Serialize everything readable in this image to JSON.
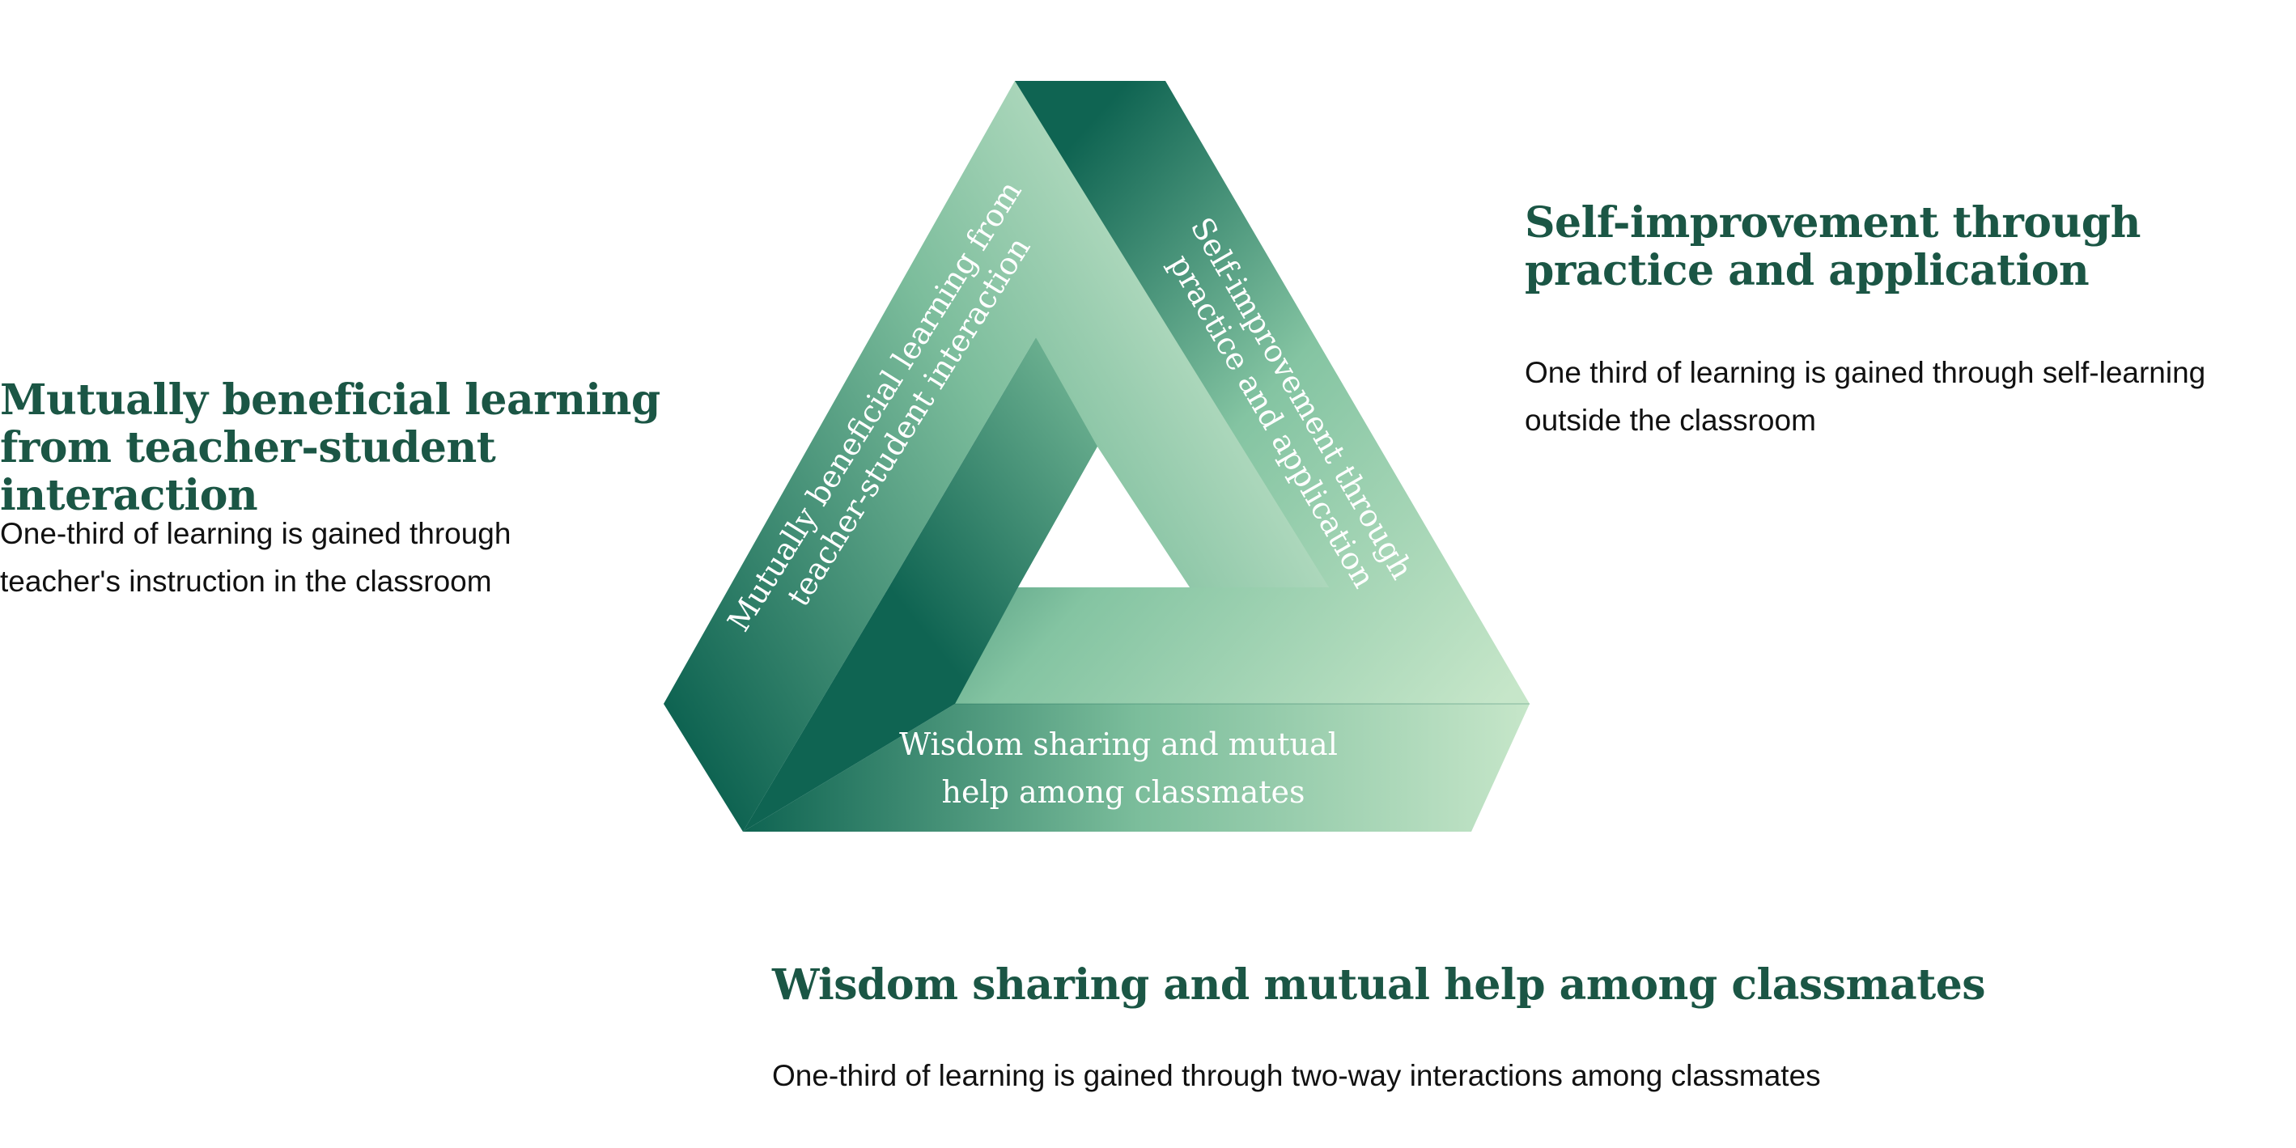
{
  "diagram": {
    "left_band_label": [
      "Mutually beneficial learning from",
      "teacher-student interaction"
    ],
    "right_band_label": [
      "Self-improvement through",
      "practice and application"
    ],
    "bottom_band_label": [
      "Wisdom sharing and mutual",
      "help among classmates"
    ]
  },
  "sections": {
    "left": {
      "title": "Mutually beneficial learning from teacher-student interaction",
      "description": "One-third of learning is gained through teacher's instruction in the classroom"
    },
    "right": {
      "title": "Self-improvement through practice and application",
      "description": "One third of learning is gained through self-learning outside the classroom"
    },
    "bottom": {
      "title": "Wisdom sharing and mutual help among classmates",
      "description": "One-third of learning is gained through two-way interactions among classmates"
    }
  },
  "colors": {
    "dark_green": "#0f6452",
    "light_green": "#c6e6c9",
    "heading_green": "#1b5645",
    "body_text": "#111111"
  }
}
